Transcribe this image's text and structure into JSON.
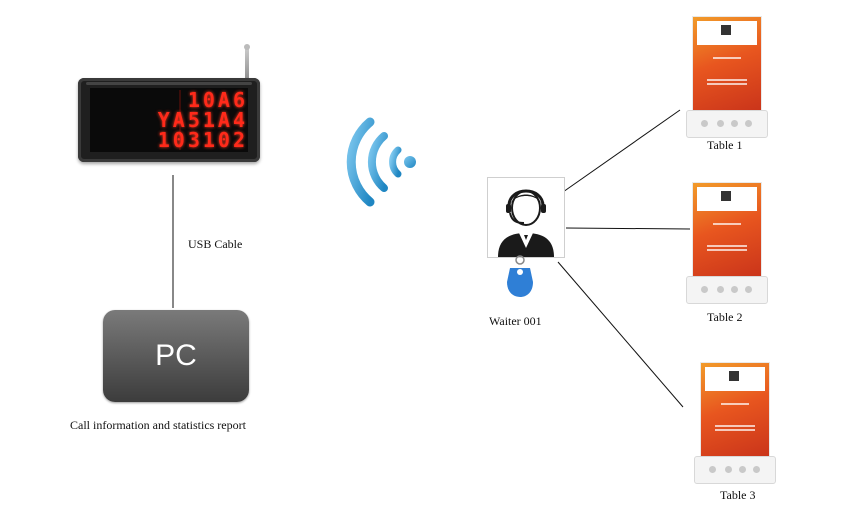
{
  "display": {
    "rows": [
      "10A6",
      "YA51A4",
      "103102"
    ],
    "led_color": "#ff2a1a"
  },
  "connections": {
    "usb_label": "USB Cable"
  },
  "pc": {
    "label": "PC",
    "caption": "Call information and statistics report"
  },
  "wireless": {
    "icon": "wifi-signal-icon",
    "color": "#2e9ad0"
  },
  "waiter": {
    "icon": "waiter-headset-icon",
    "keyfob_icon": "rfid-keyfob-icon",
    "label": "Waiter 001"
  },
  "tables": [
    {
      "label": "Table 1"
    },
    {
      "label": "Table 2"
    },
    {
      "label": "Table 3"
    }
  ]
}
